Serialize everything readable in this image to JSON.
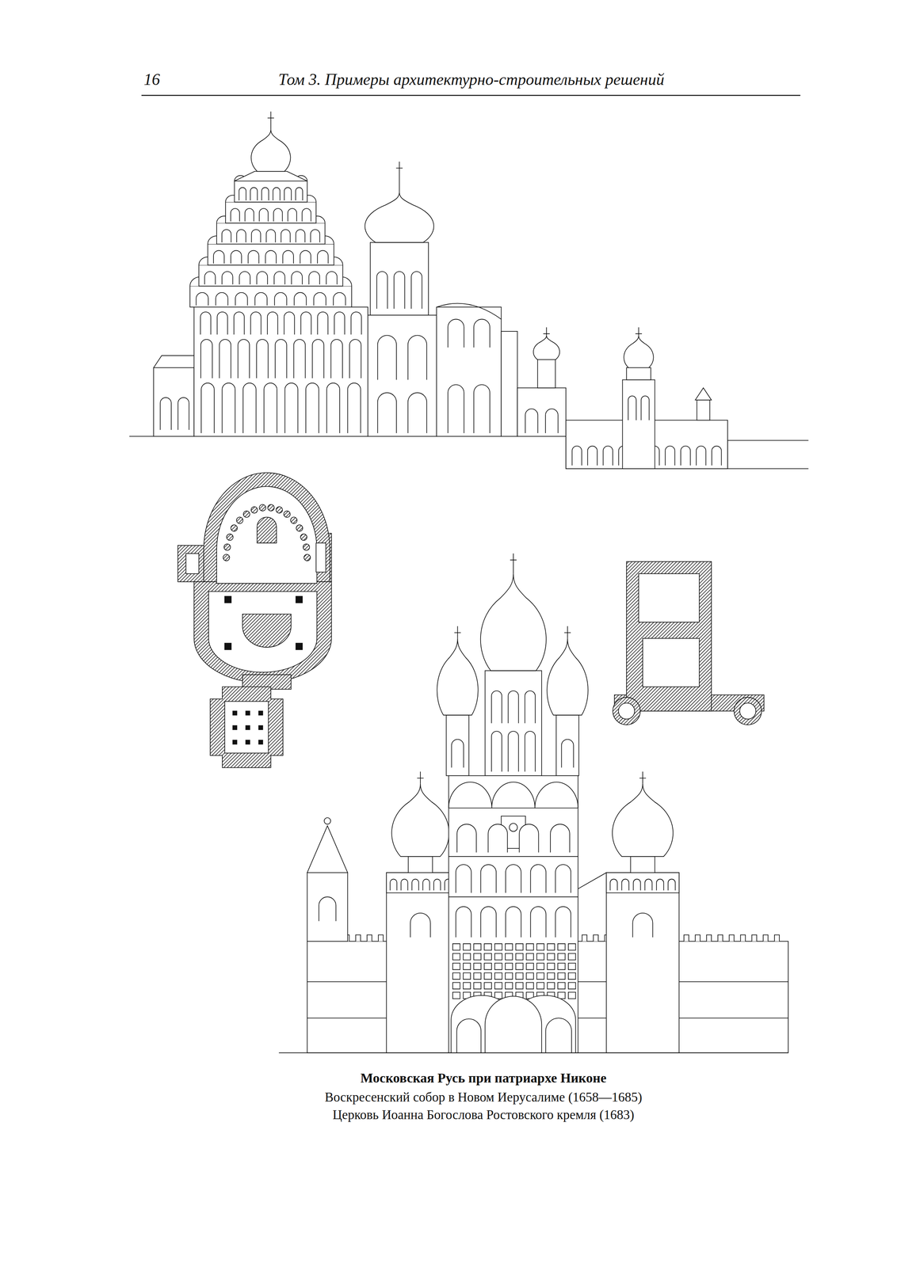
{
  "diagram": {
    "caption": "Московская Русь при патриархе Никоне",
    "labels": [
      "16",
      "Том 3. Примеры архитектурно-строительных решений",
      "Воскресенский собор в Новом Иерусалиме (1658—1685)",
      "Церковь Иоанна Богослова Ростовского кремля (1683)"
    ]
  }
}
